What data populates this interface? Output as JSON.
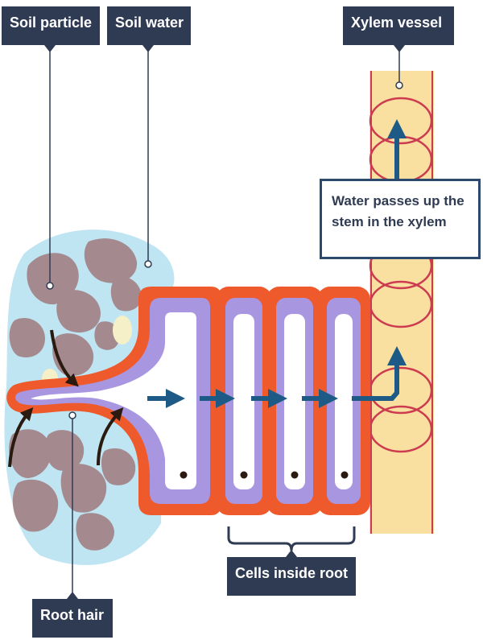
{
  "labels": {
    "soil_particle": "Soil particle",
    "soil_water": "Soil water",
    "xylem_vessel": "Xylem vessel",
    "root_hair": "Root hair",
    "cells_inside_root": "Cells inside root"
  },
  "callout": {
    "line1": "Water passes up the",
    "line2": "stem in the xylem"
  },
  "colors": {
    "label_bg": "#2f3b52",
    "soil_water": "#bfe4f2",
    "soil_particle": "#a48a8e",
    "cell_wall": "#ee5a2b",
    "cytoplasm": "#a996e0",
    "xylem": "#f9e0a0",
    "xylem_rings": "#cc3b50",
    "water_arrow": "#1d5a85"
  },
  "icons": [
    "curved-arrow-icon",
    "water-flow-arrow-icon"
  ]
}
